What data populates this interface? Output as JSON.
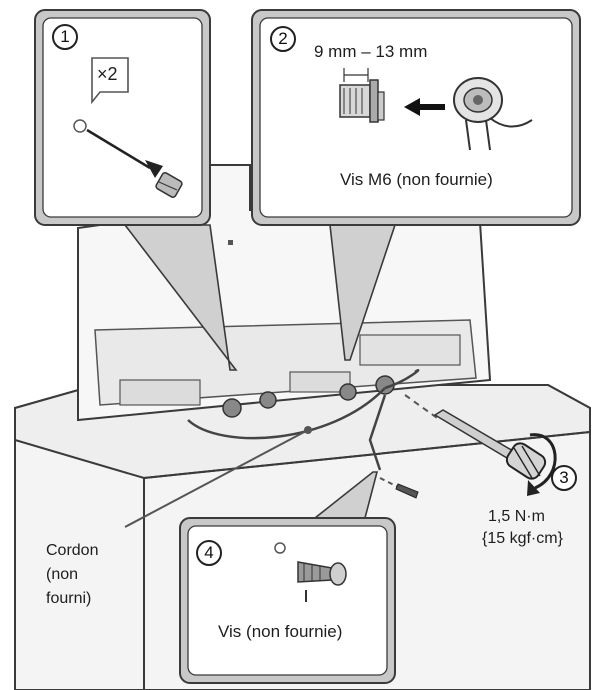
{
  "steps": {
    "step1": {
      "number": "1",
      "qty_badge": "×2"
    },
    "step2": {
      "number": "2",
      "dimension": "9 mm – 13 mm",
      "screw_caption": "Vis M6 (non fournie)"
    },
    "step3": {
      "number": "3",
      "torque_line1": "1,5 N·m",
      "torque_line2": "{15 kgf·cm}"
    },
    "step4": {
      "number": "4",
      "screw_caption": "Vis (non fournie)"
    }
  },
  "cord_label": {
    "line1": "Cordon",
    "line2": "(non",
    "line3": "fourni)"
  },
  "icons": [
    "screw-icon",
    "washer-icon",
    "wall-bracket-icon",
    "screwdriver-icon",
    "rotation-arrow-icon",
    "push-arrow-icon",
    "cord-icon",
    "tv-back-panel-icon",
    "tv-stand-icon"
  ],
  "colors": {
    "callout_fill": "#c8c8c8",
    "callout_border": "#3a3a3a",
    "line": "#333333",
    "panel": "#f2f2f2",
    "stand": "#ececec"
  }
}
